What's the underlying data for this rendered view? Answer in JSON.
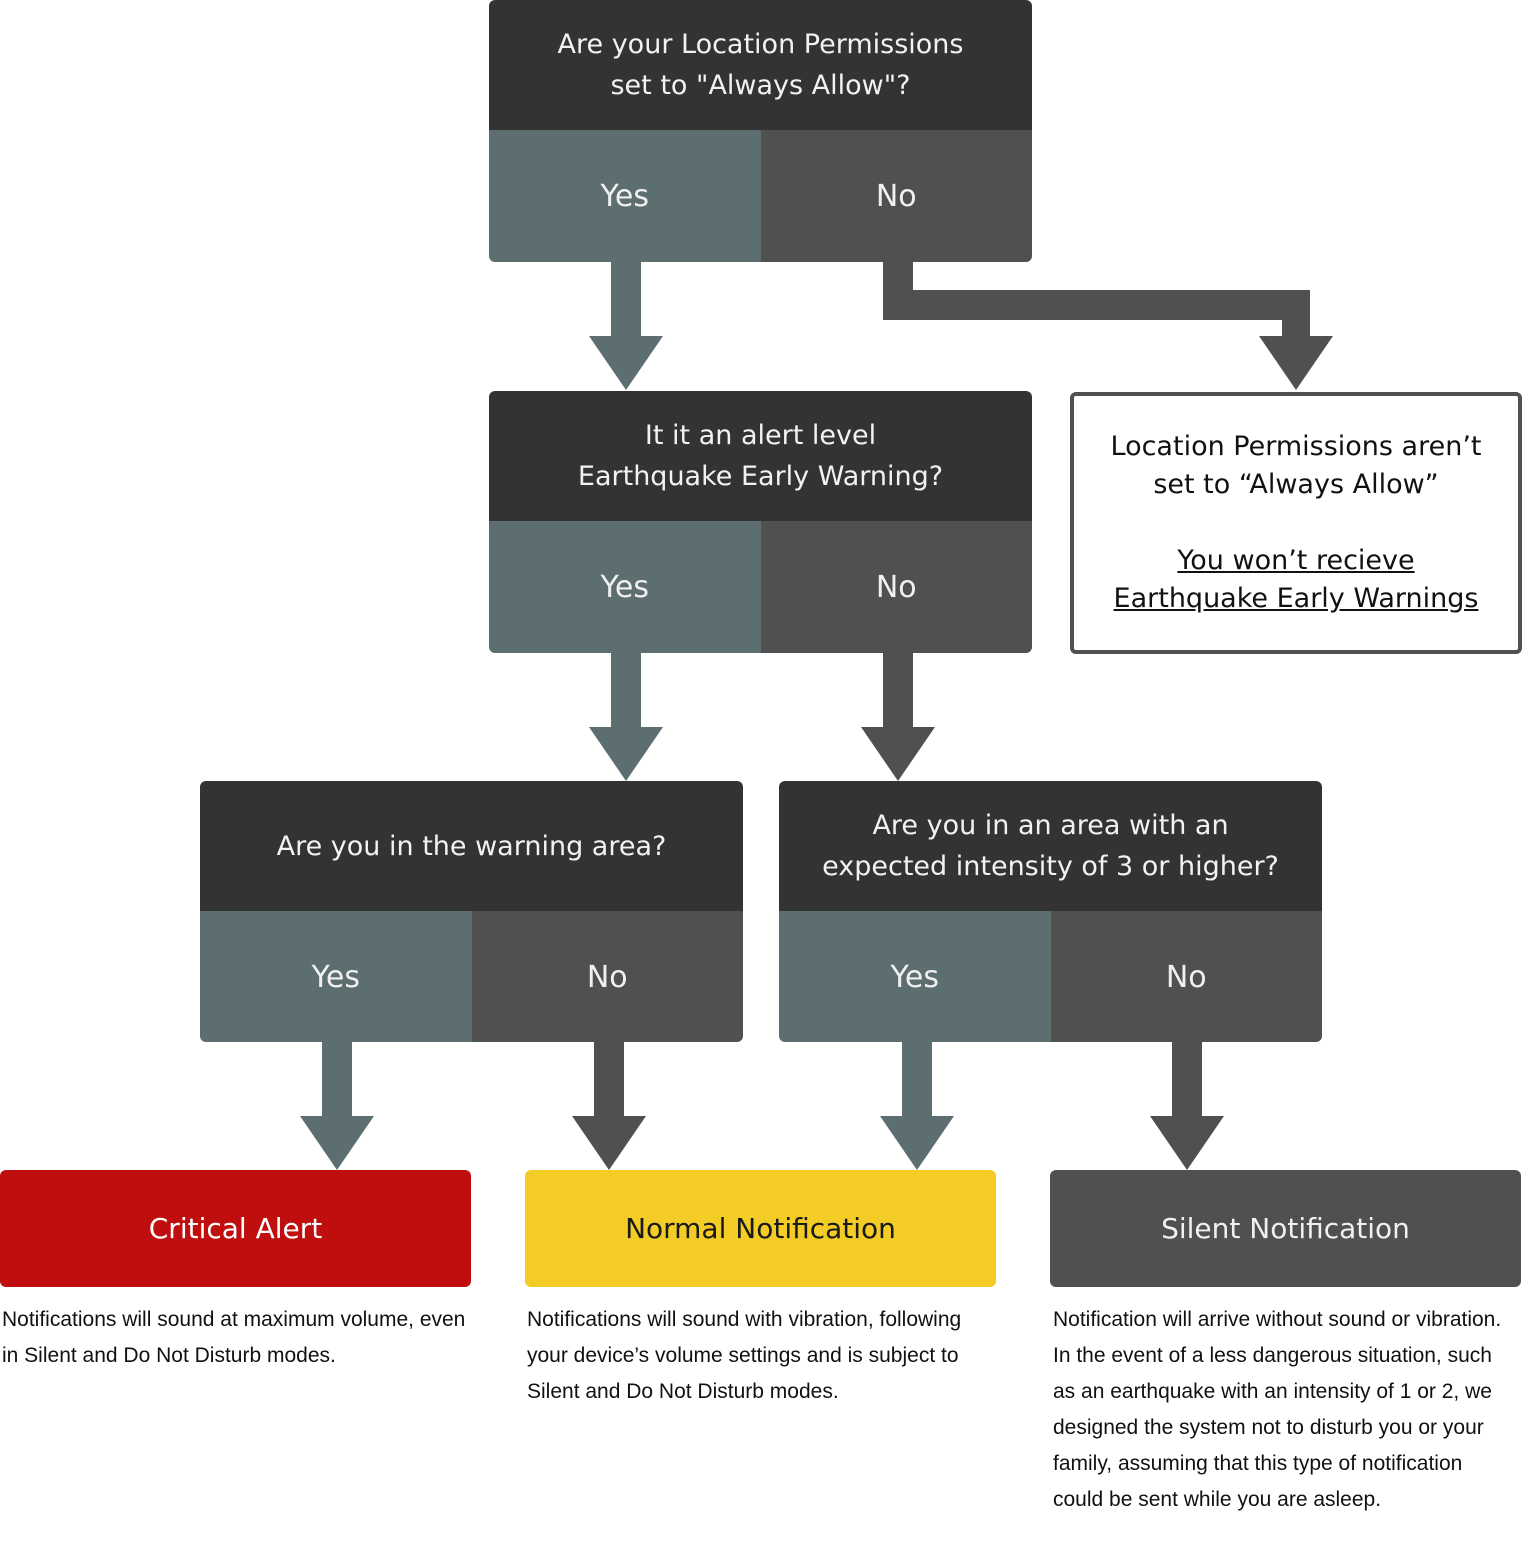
{
  "colors": {
    "question_header": "#333333",
    "yes": "#5c6e6f",
    "no": "#505050",
    "critical": "#c00e0e",
    "normal": "#f3cd26",
    "silent": "#505050"
  },
  "q1": {
    "question": "Are your Location Permissions\nset to \"Always Allow\"?",
    "yes": "Yes",
    "no": "No"
  },
  "q2": {
    "question": "It it an alert level\nEarthquake Early Warning?",
    "yes": "Yes",
    "no": "No"
  },
  "q3": {
    "question": "Are you in the warning area?",
    "yes": "Yes",
    "no": "No"
  },
  "q4": {
    "question": "Are you in an area with an\nexpected intensity of 3 or higher?",
    "yes": "Yes",
    "no": "No"
  },
  "info_box": {
    "line1": "Location Permissions aren’t\nset to “Always Allow”",
    "line2": "You won’t recieve\nEarthquake Early Warnings"
  },
  "outcomes": {
    "critical": {
      "label": "Critical Alert",
      "description": "Notifications will sound at maximum volume, even in Silent and Do Not Disturb modes."
    },
    "normal": {
      "label": "Normal Notification",
      "description": "Notifications will sound with vibration, following your device’s volume settings and is subject to Silent and Do Not Disturb modes."
    },
    "silent": {
      "label": "Silent Notification",
      "description": "Notification will arrive without sound or vibration. In the event of a less dangerous situation, such as an earthquake with an intensity of 1 or 2, we designed the system not to disturb you or your family, assuming that this type of notification could be sent while you are asleep."
    }
  }
}
